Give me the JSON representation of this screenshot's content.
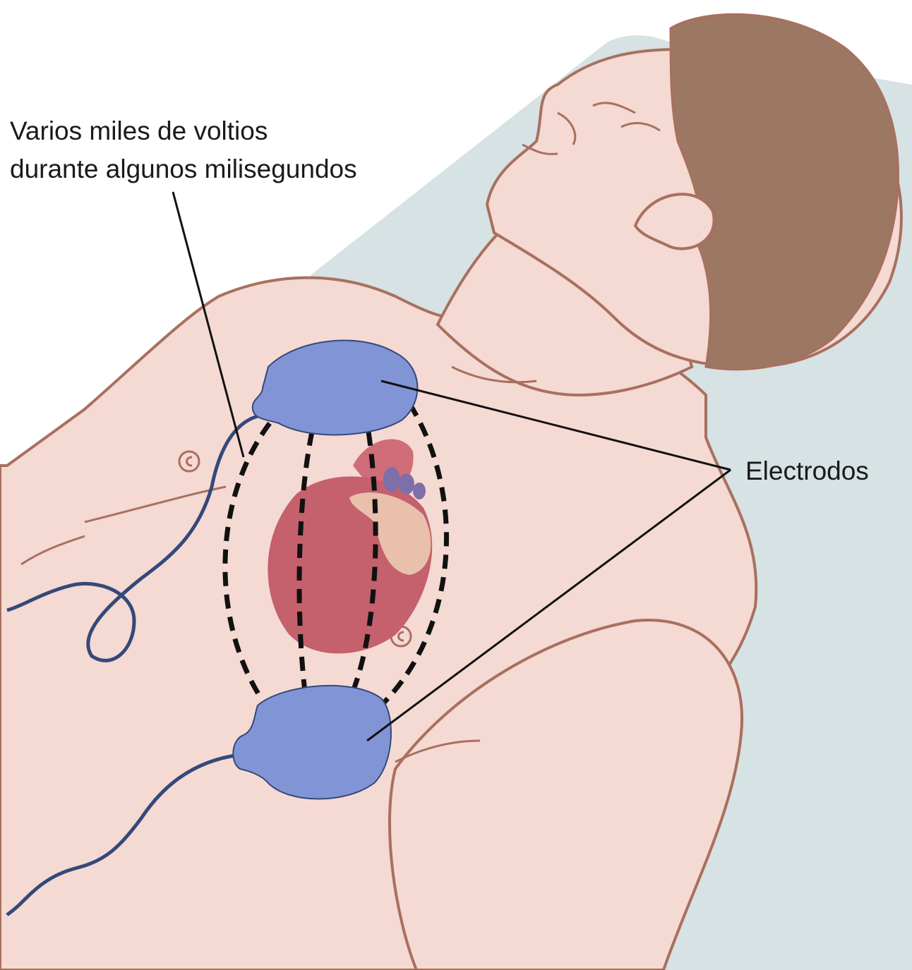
{
  "labels": {
    "voltage_line1": "Varios miles de voltios",
    "voltage_line2": "durante algunos milisegundos",
    "electrodes": "Electrodos"
  },
  "colors": {
    "background": "#ffffff",
    "bed": "#d6e2e4",
    "skin": "#f5d9d3",
    "skin_outline": "#a8705e",
    "hair": "#9c7763",
    "electrode_pad": "#8195d6",
    "cable": "#34497a",
    "heart": "#c5606d",
    "aorta": "#cf6d78",
    "vessel": "#7f6fa8",
    "atrium": "#e8c0ab",
    "field_lines": "#111111",
    "leader_lines": "#111111"
  }
}
